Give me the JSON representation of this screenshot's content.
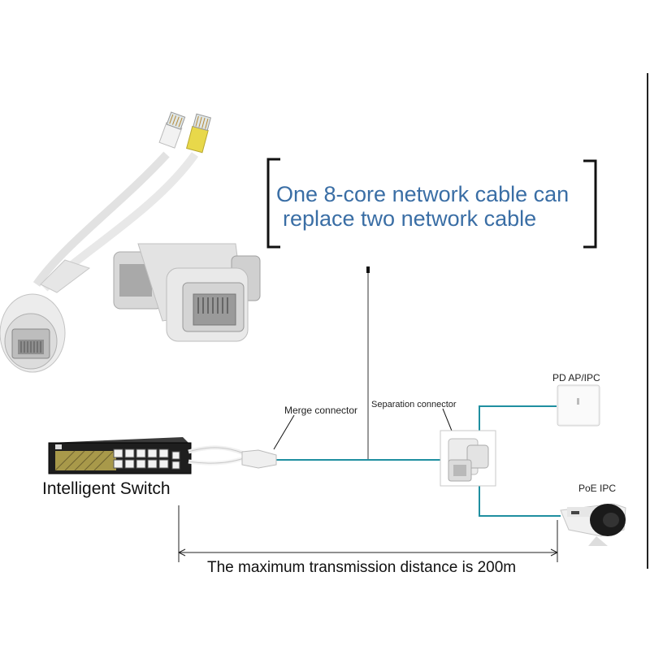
{
  "headline": {
    "line1": "One 8-core network cable can",
    "line2": "replace two network cable"
  },
  "labels": {
    "merge": "Merge connector",
    "separation": "Separation connector",
    "ap": "PD AP/IPC",
    "poe": "PoE IPC",
    "switch": "Intelligent Switch",
    "distance": "The maximum transmission distance is 200m"
  },
  "colors": {
    "cable_line": "#1f8fa0",
    "headline_text": "#3a6ea5",
    "bracket": "#111111",
    "device_white": "#eeeeee",
    "switch_body": "#1e1e1e",
    "switch_accent": "#a8994a"
  },
  "icons": [
    "y-splitter-cable-image",
    "t-splitter-image",
    "poe-switch-image",
    "access-point-image",
    "bullet-camera-image"
  ]
}
